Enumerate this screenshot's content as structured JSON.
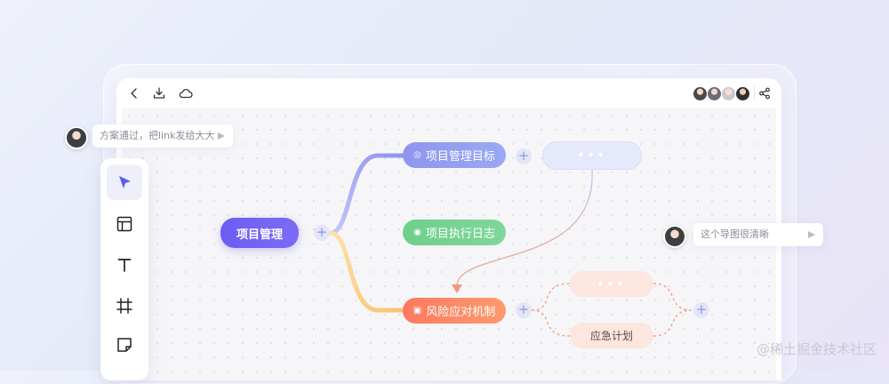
{
  "comments": [
    {
      "text": "方案通过，把link发给大大"
    },
    {
      "text": "这个导图很清晰"
    }
  ],
  "mindmap": {
    "root": "项目管理",
    "branches": [
      {
        "label": "项目管理目标",
        "icon": "target-icon",
        "color": "#9aa3f2"
      },
      {
        "label": "项目执行日志",
        "icon": "log-icon",
        "color": "#76d492"
      },
      {
        "label": "风险应对机制",
        "icon": "risk-icon",
        "color": "#fc8666"
      }
    ],
    "placeholder": "•••",
    "sub_nodes": [
      "应急计划"
    ]
  },
  "topbar": {
    "icons": [
      "back-icon",
      "download-icon",
      "cloud-icon"
    ],
    "share_icon": "share-icon"
  },
  "toolbar": {
    "tools": [
      "select-tool",
      "layout-tool",
      "text-tool",
      "frame-tool",
      "sticky-note-tool"
    ]
  },
  "watermark": "@稀土掘金技术社区",
  "colors": {
    "accent": "#6d5cf2",
    "blue_branch": "#9aa3f2",
    "green_branch": "#76d492",
    "orange_branch": "#fc8666"
  }
}
